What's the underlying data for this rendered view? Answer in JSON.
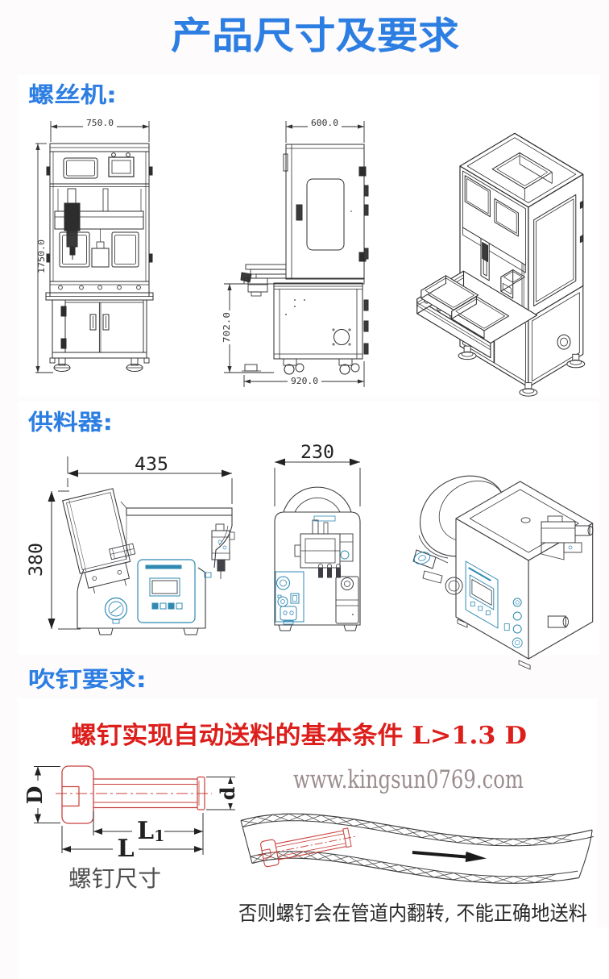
{
  "page": {
    "title": "产品尺寸及要求",
    "background_color": "#fdfbfc",
    "accent_blue": "#2d7ee2"
  },
  "sections": {
    "screw_machine": {
      "label": "螺丝机:",
      "front_view": {
        "width_dim": "750.0",
        "height_dim": "1750.0"
      },
      "side_view": {
        "width_dim": "600.0",
        "table_height_dim": "702.0",
        "depth_dim": "920.0"
      }
    },
    "feeder": {
      "label": "供料器:",
      "front_view": {
        "width_dim": "435",
        "height_dim": "380"
      },
      "side_view": {
        "width_dim": "230"
      }
    },
    "blow_requirements": {
      "label": "吹钉要求:",
      "headline": "螺钉实现自动送料的基本条件 L>1.3 D",
      "headline_color": "#dd1f1c",
      "watermark": "www.kingsun0769.com",
      "screw_figure": {
        "caption": "螺钉尺寸",
        "head_diameter_label": "D",
        "shaft_diameter_label": "d",
        "thread_length_label": "L",
        "thread_length_sub": "1",
        "total_length_label": "L",
        "line_color": "#c8403a"
      },
      "note": "否则螺钉会在管道内翻转, 不能正确地送料"
    }
  }
}
